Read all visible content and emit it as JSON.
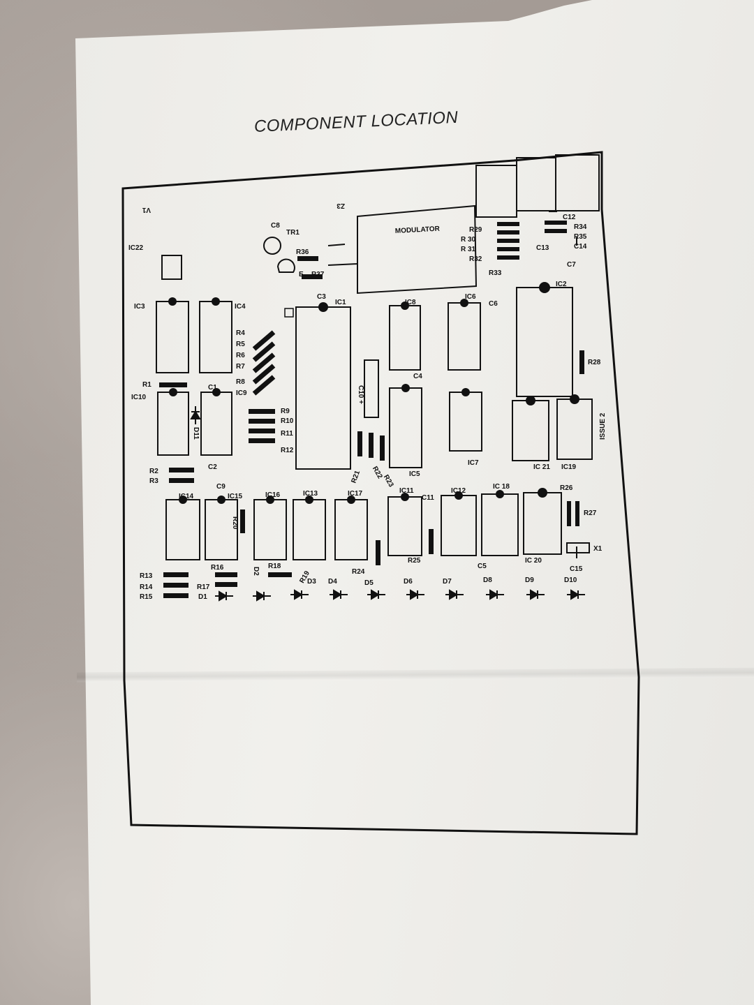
{
  "title": "COMPONENT LOCATION",
  "labels": {
    "v1": "V1",
    "z3": "Z3",
    "c8": "C8",
    "tr1": "TR1",
    "r36": "R36",
    "e": "E",
    "r37": "R37",
    "c3": "C3",
    "modulator": "MODULATOR",
    "r29": "R29",
    "r30": "R 30",
    "r31": "R 31",
    "r32": "R32",
    "r33": "R33",
    "c12": "C12",
    "r34": "R34",
    "r35": "R35",
    "c14": "C14",
    "c13": "C13",
    "c7": "C7",
    "ic22": "IC22",
    "ic3": "IC3",
    "ic4": "IC4",
    "ic1": "IC1",
    "ic8": "IC8",
    "ic6": "IC6",
    "c6": "C6",
    "ic2": "IC2",
    "r4": "R4",
    "r5": "R5",
    "r6": "R6",
    "r7": "R7",
    "r8": "R8",
    "ic9": "IC9",
    "r28": "R28",
    "c4": "C4",
    "r1": "R1",
    "ic10": "IC10",
    "c1": "C1",
    "c10": "C10 +",
    "issue2": "ISSUE 2",
    "r9": "R9",
    "r10": "R10",
    "r11": "R11",
    "r12": "R12",
    "d11": "D11",
    "r2": "R2",
    "r3": "R3",
    "c2": "C2",
    "ic5": "IC5",
    "ic7": "IC7",
    "ic21": "IC 21",
    "ic19": "IC19",
    "r21": "R21",
    "r22": "R22",
    "r23": "R23",
    "c9": "C9",
    "ic14": "IC14",
    "ic15": "IC15",
    "ic16": "IC16",
    "ic13": "IC13",
    "ic17": "IC17",
    "ic11": "IC11",
    "c11": "C11",
    "ic12": "IC12",
    "ic18": "IC 18",
    "r26": "R26",
    "r27": "R27",
    "r20": "R20",
    "x1": "X1",
    "ic20": "IC 20",
    "c15": "C15",
    "r16": "R16",
    "r18": "R18",
    "d2": "D2",
    "r19": "R19",
    "r24": "R24",
    "r25": "R25",
    "c5": "C5",
    "r13": "R13",
    "r14": "R14",
    "r15": "R15",
    "r17": "R17",
    "d1": "D1",
    "d3": "D3",
    "d4": "D4",
    "d5": "D5",
    "d6": "D6",
    "d7": "D7",
    "d8": "D8",
    "d9": "D9",
    "d10": "D10"
  }
}
